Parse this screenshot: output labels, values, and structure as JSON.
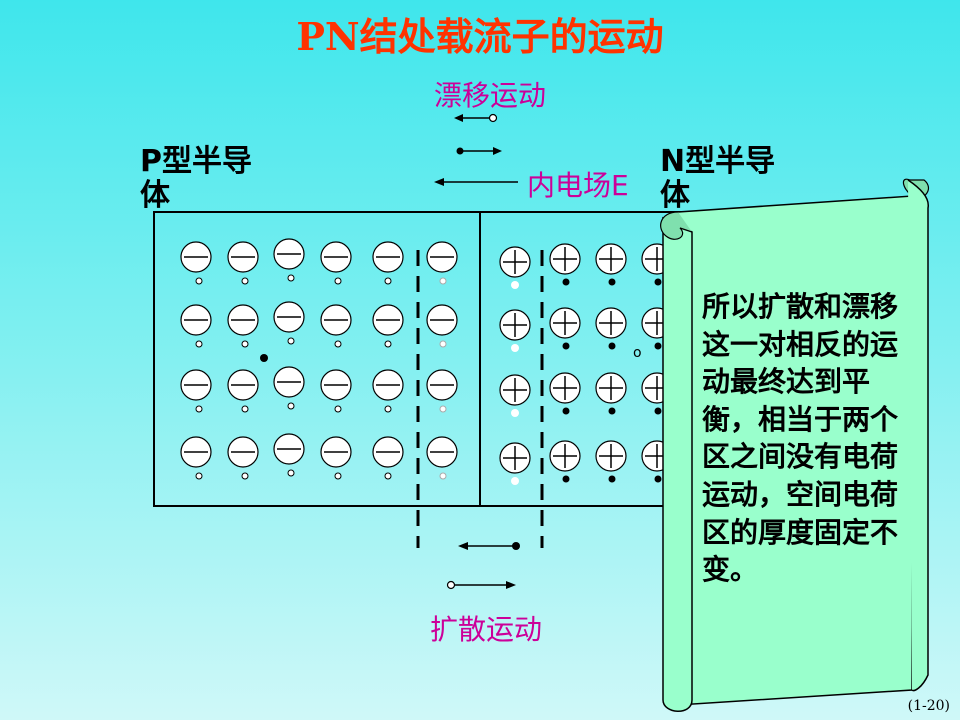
{
  "title": "PN结处载流子的运动",
  "drift_label": "漂移运动",
  "field_label": "内电场E",
  "p_label": "P型半导体",
  "n_label": "N型半导体",
  "diffusion_label": "扩散运动",
  "scroll_text": "所以扩散和漂移这一对相反的运动最终达到平衡，相当于两个区之间没有电荷运动，空间电荷区的厚度固定不变。",
  "stray_mark": "o",
  "page_number": "(1-20)",
  "colors": {
    "title": "#FF3300",
    "labels": "#CC0099",
    "scroll_fill": "#99FFCC"
  }
}
